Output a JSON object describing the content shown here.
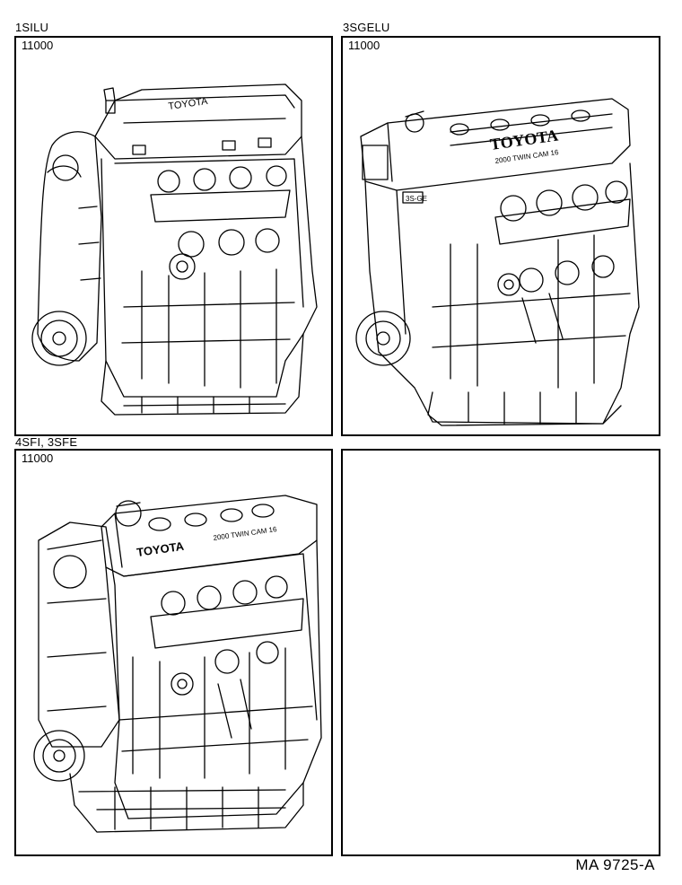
{
  "panels": [
    {
      "title": "1SILU",
      "part_number": "11000",
      "label": "TOYOTA",
      "icon": "engine-assembly-1silu"
    },
    {
      "title": "3SGELU",
      "part_number": "11000",
      "label": "TOYOTA",
      "sublabel": "2000 TWIN CAM 16",
      "badge": "3S-GE",
      "icon": "engine-assembly-3sgelu"
    },
    {
      "title": "4SFI, 3SFE",
      "part_number": "11000",
      "label": "TOYOTA",
      "sublabel": "2000 TWIN CAM 16",
      "icon": "engine-assembly-4sfi-3sfe"
    },
    {
      "title": "",
      "part_number": "",
      "icon": "empty-panel"
    }
  ],
  "footer": {
    "ref": "MA 9725-A"
  }
}
